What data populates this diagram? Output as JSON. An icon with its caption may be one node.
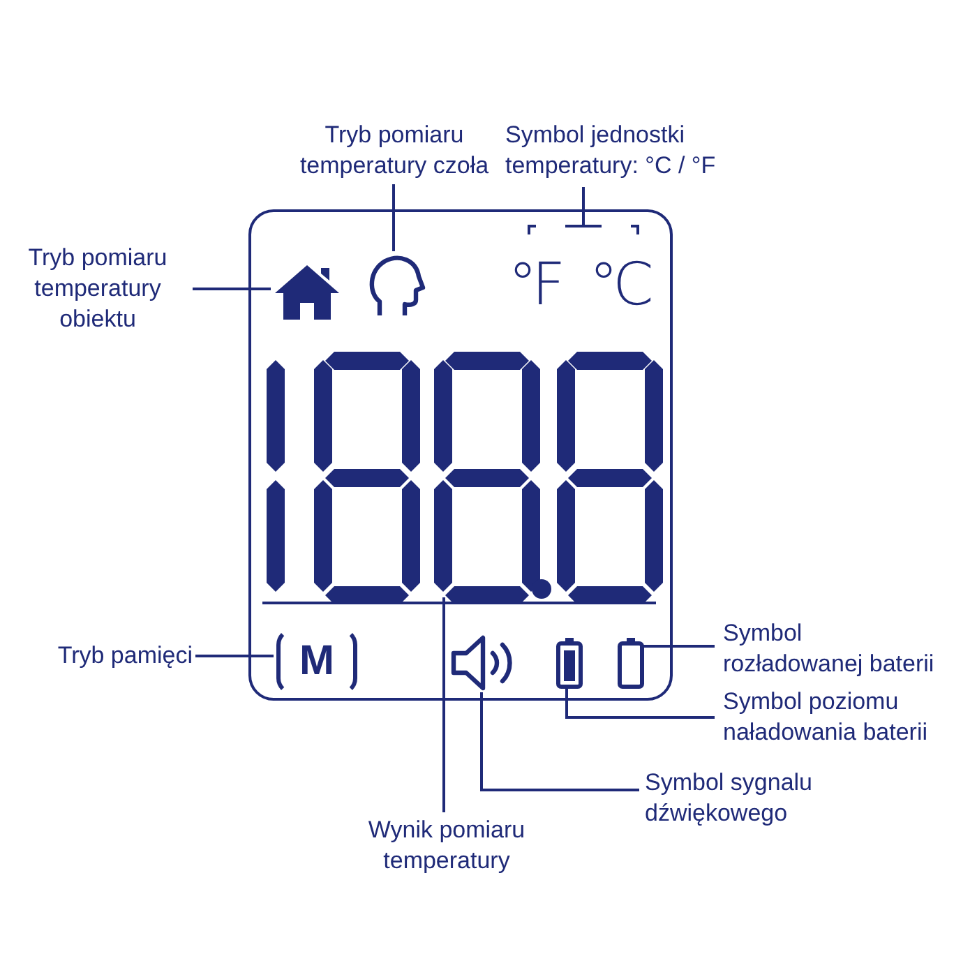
{
  "diagram": {
    "nodes": [
      {
        "text": [],
        "shape": "box"
      },
      {
        "text": [],
        "shape": "picture",
        "in": 0
      },
      {
        "text": [],
        "shape": "picture",
        "in": 0
      },
      {
        "text": [
          "°F",
          "°C"
        ],
        "in": 0
      },
      {
        "text": [],
        "shape": "picture",
        "in": 0
      },
      {
        "text": [
          "M"
        ],
        "in": 0
      },
      {
        "text": [],
        "shape": "picture",
        "in": 0
      },
      {
        "text": [],
        "shape": "picture",
        "in": 0
      },
      {
        "text": [],
        "shape": "picture",
        "in": 0
      },
      {
        "text": [
          "Tryb pomiaru temperatury czoła"
        ]
      },
      {
        "text": [
          "Symbol jednostki temperatury: °C / °F"
        ]
      },
      {
        "text": [
          "Tryb pomiaru temperatury obiektu"
        ]
      },
      {
        "text": [
          "Tryb pamięci"
        ]
      },
      {
        "text": [
          "Symbol rozładowanej baterii"
        ]
      },
      {
        "text": [
          "Symbol poziomu naładowania baterii"
        ]
      },
      {
        "text": [
          "Symbol sygnalu dźwiękowego"
        ]
      },
      {
        "text": [
          "Wynik pomiaru temperatury"
        ]
      }
    ],
    "edges": [
      {
        "from": 9,
        "to": 2,
        "arrow": "none"
      },
      {
        "from": 10,
        "to": 3,
        "arrow": "none"
      },
      {
        "from": 11,
        "to": 1,
        "arrow": "none"
      },
      {
        "from": 12,
        "to": 5,
        "arrow": "none"
      },
      {
        "from": 13,
        "to": 8,
        "arrow": "none"
      },
      {
        "from": 14,
        "to": 7,
        "arrow": "none"
      },
      {
        "from": 15,
        "to": 6,
        "arrow": "none"
      },
      {
        "from": 16,
        "to": 4,
        "arrow": "none"
      }
    ]
  }
}
